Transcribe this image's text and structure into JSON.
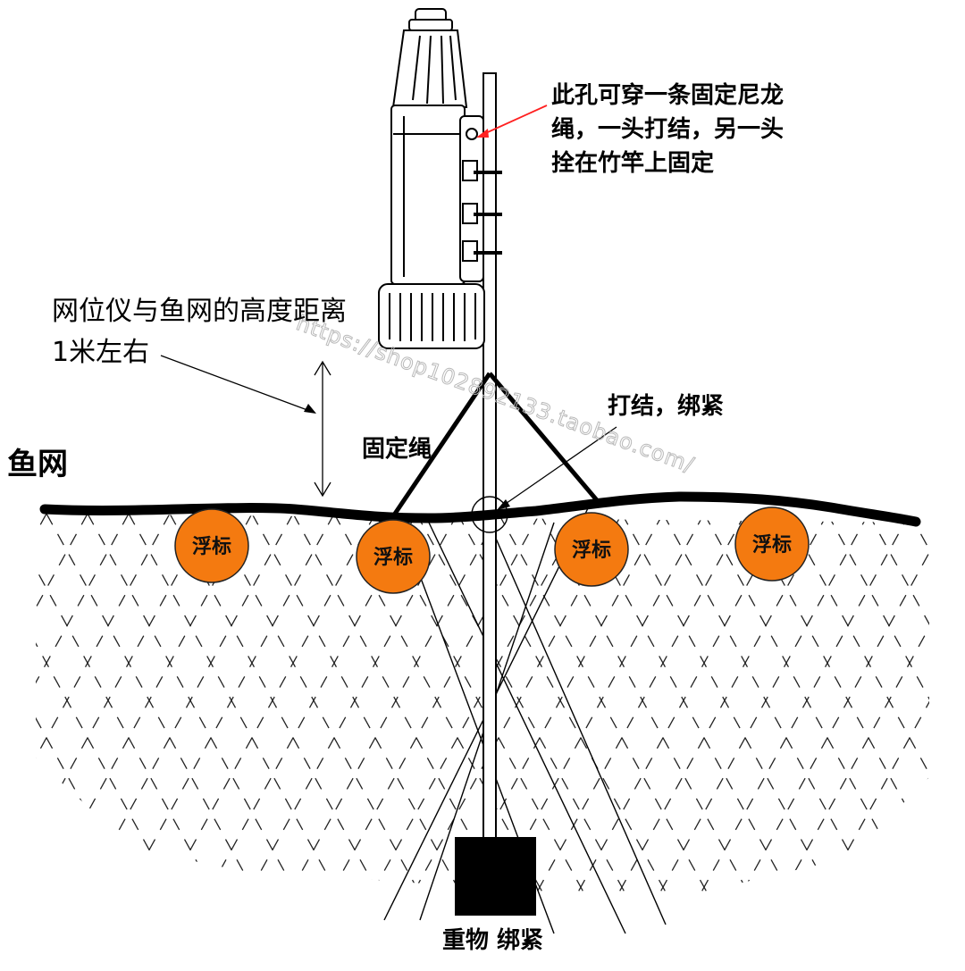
{
  "labels": {
    "hole_note": [
      "此孔可穿一条固定尼龙",
      "绳，一头打结，另一头",
      "拴在竹竿上固定"
    ],
    "height_note": [
      "网位仪与鱼网的高度距离",
      "1米左右"
    ],
    "fishing_net": "鱼网",
    "fixing_rope": "固定绳",
    "knot_tie": "打结，绑紧",
    "weight_tie": "重物  绑紧",
    "float": "浮标",
    "watermark": "https://shop102892133.taobao.com/"
  },
  "colors": {
    "float_fill": "#f47a10",
    "line": "#000000",
    "pointer": "#ff2020",
    "background": "#ffffff",
    "watermark": "#b9b9b9"
  },
  "diagram": {
    "float_count": 4,
    "net_pattern": "dashed-diamond-mesh"
  }
}
